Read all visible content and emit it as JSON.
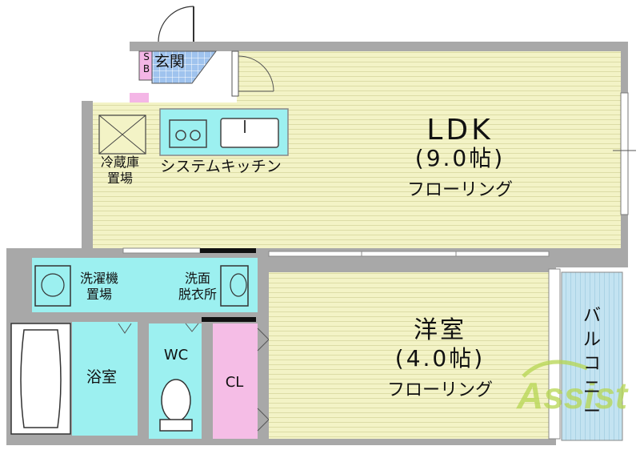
{
  "rooms": {
    "ldk": {
      "name": "LDK",
      "size": "(9.0帖)",
      "floor": "フローリング"
    },
    "western": {
      "name": "洋室",
      "size": "(4.0帖)",
      "floor": "フローリング"
    },
    "entrance": "玄関",
    "shoe_box": [
      "S",
      "B"
    ],
    "fridge_space": [
      "冷蔵庫",
      "置場"
    ],
    "kitchen": "システムキッチン",
    "washer_space": [
      "洗濯機",
      "置場"
    ],
    "washroom": [
      "洗面",
      "脱衣所"
    ],
    "bathroom": "浴室",
    "toilet": "WC",
    "closet": "CL",
    "balcony": [
      "バ",
      "ル",
      "コ",
      "ニ",
      "ー"
    ]
  },
  "watermark": "Assist",
  "colors": {
    "wall": "#a8a8a8",
    "flooring": "#f3f3c6",
    "flooring_line": "#dcdca6",
    "wet_area": "#9cf0f0",
    "entrance_tile": "#9fc3ee",
    "shoe_box": "#f4b6e6",
    "closet": "#f5bde6",
    "balcony": "#c3e3f1",
    "watermark": "#b6d651"
  }
}
